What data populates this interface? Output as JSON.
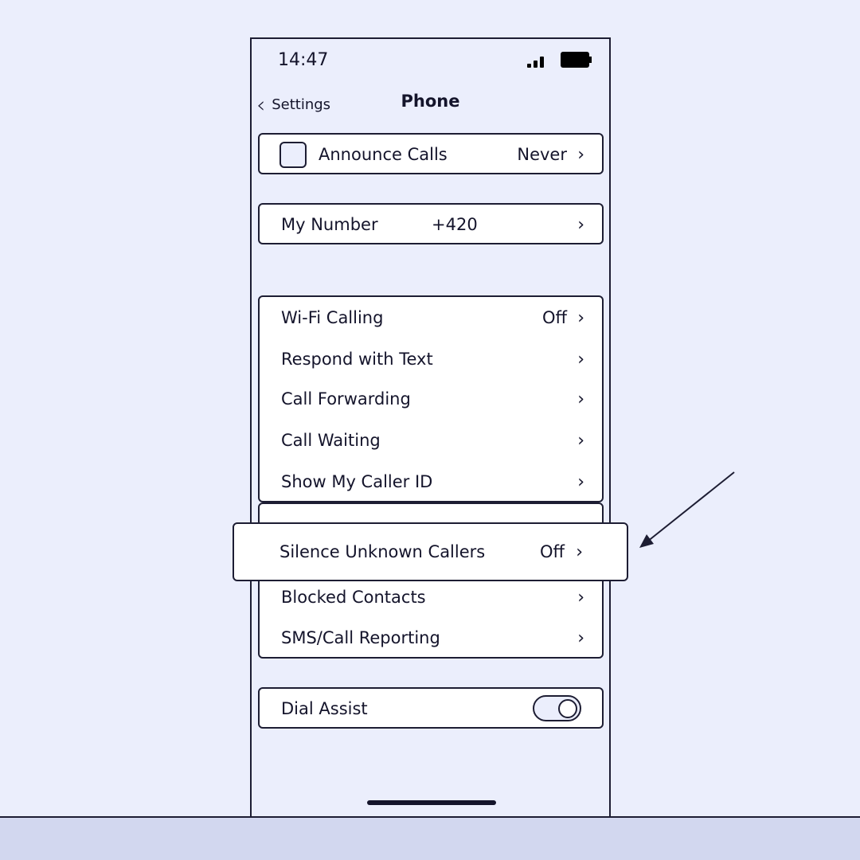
{
  "status": {
    "time": "14:47"
  },
  "nav": {
    "back_label": "Settings",
    "title": "Phone"
  },
  "announce": {
    "label": "Announce Calls",
    "value": "Never"
  },
  "my_number": {
    "label": "My Number",
    "value": "+420"
  },
  "group1": [
    {
      "label": "Wi-Fi Calling",
      "value": "Off"
    },
    {
      "label": "Respond with Text",
      "value": ""
    },
    {
      "label": "Call Forwarding",
      "value": ""
    },
    {
      "label": "Call Waiting",
      "value": ""
    },
    {
      "label": "Show My Caller ID",
      "value": ""
    }
  ],
  "highlight": {
    "label": "Silence Unknown Callers",
    "value": "Off"
  },
  "group2": [
    {
      "label": "Blocked Contacts"
    },
    {
      "label": "SMS/Call Reporting"
    }
  ],
  "dial_assist": {
    "label": "Dial Assist",
    "enabled": false
  },
  "chevron": "›"
}
